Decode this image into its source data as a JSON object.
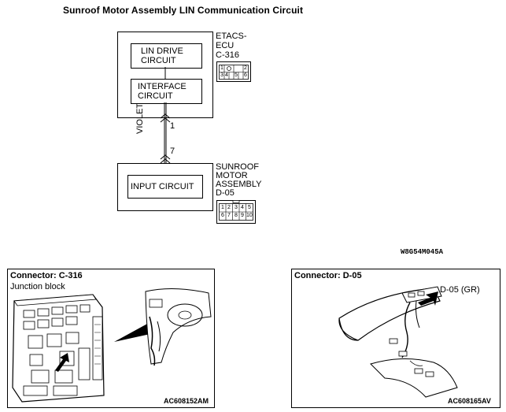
{
  "title": "Sunroof Motor Assembly LIN Communication Circuit",
  "etacs": {
    "name_lines": [
      "ETACS-",
      "ECU",
      "C-316"
    ],
    "connector_pins": [
      "1",
      "",
      "2",
      "3",
      "4",
      "5",
      "6"
    ]
  },
  "lin_drive": [
    "LIN DRIVE",
    "CIRCUIT"
  ],
  "interface": [
    "INTERFACE",
    "CIRCUIT"
  ],
  "wire": {
    "color": "VIOLET",
    "pin_top": "1",
    "pin_bottom": "7"
  },
  "sunroof": {
    "name_lines": [
      "SUNROOF",
      "MOTOR",
      "ASSEMBLY",
      "D-05"
    ],
    "connector_pins_top": [
      "1",
      "2",
      "3",
      "4",
      "5"
    ],
    "connector_pins_bottom": [
      "6",
      "7",
      "8",
      "9",
      "10"
    ]
  },
  "input_circuit": "INPUT CIRCUIT",
  "diagram_ref": "W8G54M045A",
  "panel_left": {
    "heading": "Connector: C-316",
    "subheading": "Junction block",
    "ref": "AC608152AM"
  },
  "panel_right": {
    "heading": "Connector: D-05",
    "callout": "D-05 (GR)",
    "ref": "AC608165AV"
  }
}
